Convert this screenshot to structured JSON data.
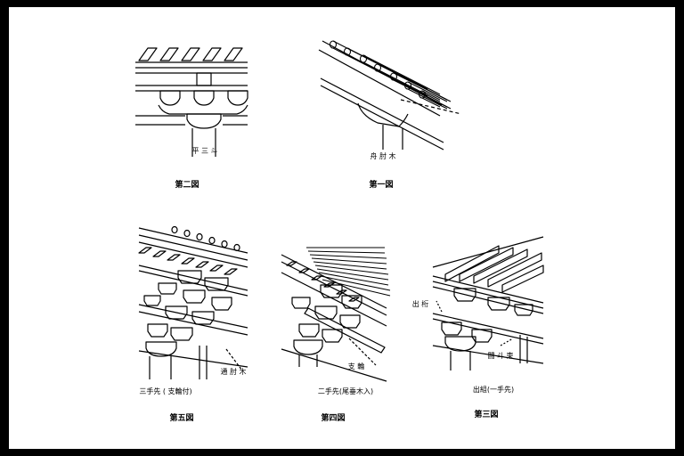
{
  "figures": [
    {
      "id": "fig2",
      "label": "平 三 斗",
      "caption": "第二図"
    },
    {
      "id": "fig1",
      "label": "舟 肘 木",
      "caption": "第一図"
    },
    {
      "id": "fig5",
      "label": "通 肘 木",
      "sublabel": "三手先 ( 支輪付)",
      "caption": "第五図"
    },
    {
      "id": "fig4",
      "label": "支 輪",
      "sublabel": "二手先(尾垂木入)",
      "caption": "第四図"
    },
    {
      "id": "fig3",
      "label_top": "出 桁",
      "label": "闘 斗 束",
      "sublabel": "出組(一手先)",
      "caption": "第三図"
    }
  ],
  "colors": {
    "background": "#000000",
    "paper": "#ffffff",
    "ink": "#000000"
  }
}
